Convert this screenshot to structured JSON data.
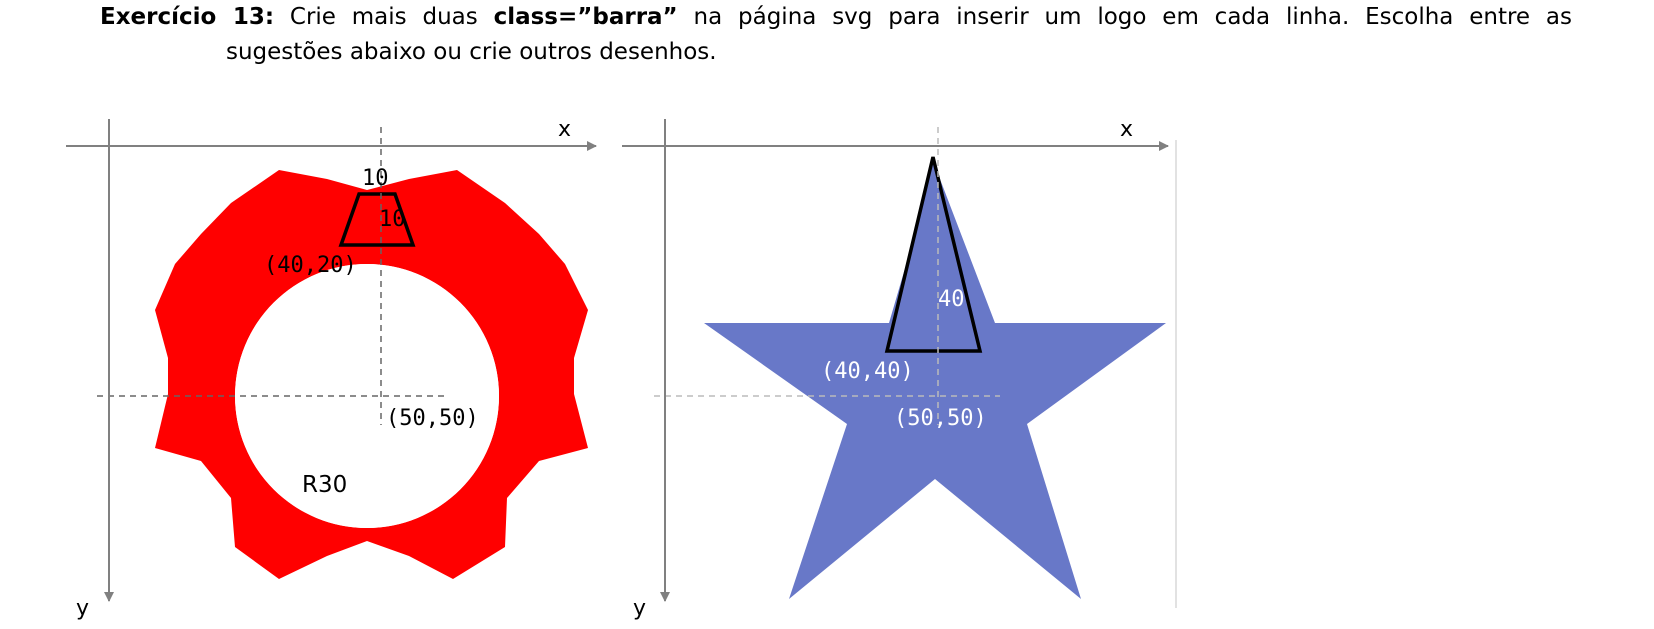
{
  "exercise": {
    "label": "Exercício 13:",
    "t1": " Crie mais duas ",
    "code": "class=”barra”",
    "t2": " na página svg para inserir um logo em cada linha. Escolha entre as",
    "line2": "sugestões abaixo ou crie outros desenhos."
  },
  "gear_figure": {
    "x_axis_label": "x",
    "y_axis_label": "y",
    "tooth_width_label": "10",
    "tooth_height_label": "10",
    "tooth_corner_label": "(40,20)",
    "center_label": "(50,50)",
    "radius_label": "R30",
    "fill_color": "#ff0000"
  },
  "star_figure": {
    "x_axis_label": "x",
    "y_axis_label": "y",
    "spike_height_label": "40",
    "spike_corner_label": "(40,40)",
    "center_label": "(50,50)",
    "fill_color": "#6878c8"
  }
}
